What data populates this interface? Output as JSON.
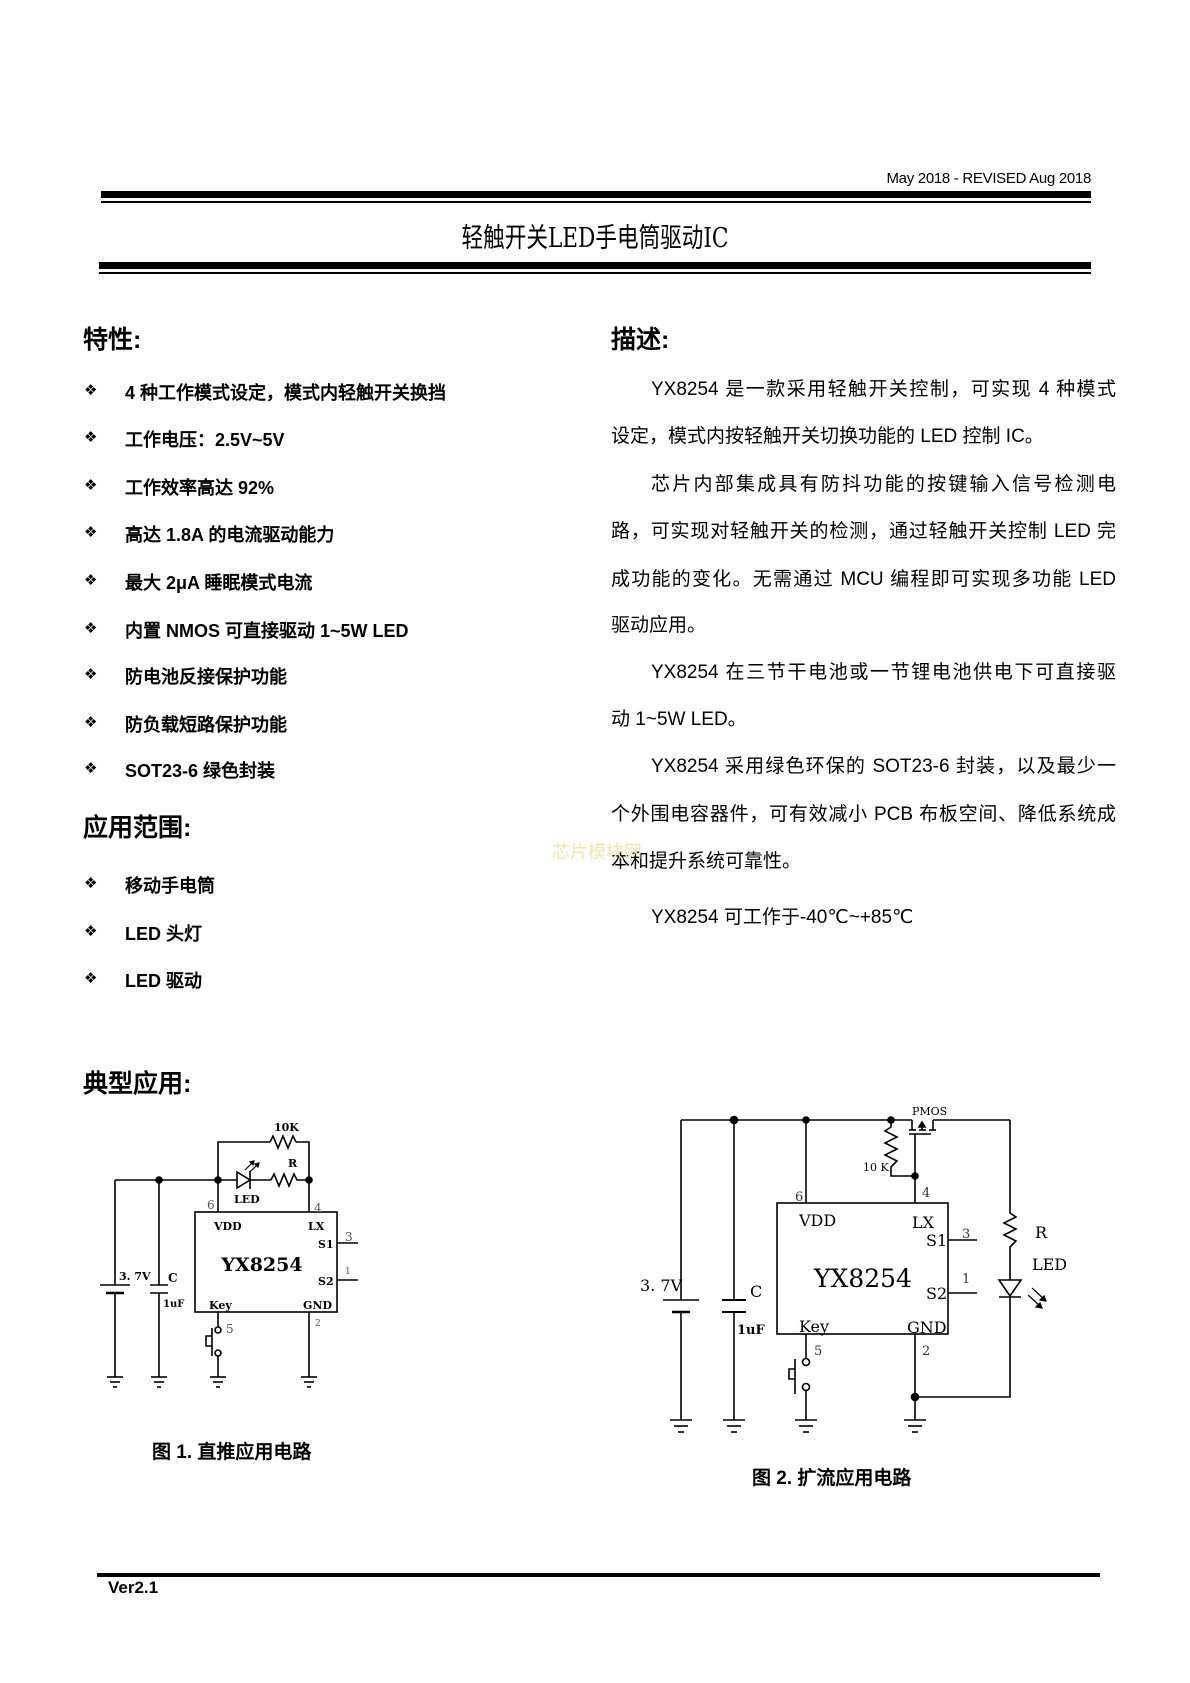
{
  "header": {
    "date": "May 2018 - REVISED Aug 2018",
    "title": "轻触开关LED手电筒驱动IC"
  },
  "features": {
    "heading": "特性:",
    "bullet": "❖",
    "items": [
      "4 种工作模式设定，模式内轻触开关换挡",
      "工作电压：2.5V~5V",
      "工作效率高达 92%",
      "高达 1.8A 的电流驱动能力",
      "最大 2μA 睡眠模式电流",
      "内置 NMOS 可直接驱动 1~5W LED",
      "防电池反接保护功能",
      "防负载短路保护功能",
      "SOT23-6 绿色封装"
    ]
  },
  "applications": {
    "heading": "应用范围:",
    "items": [
      "移动手电筒",
      "LED 头灯",
      "LED 驱动"
    ]
  },
  "description": {
    "heading": "描述:",
    "lines": [
      "YX8254 是一款采用轻触开关控制，可实现 4 种模式",
      "设定，模式内按轻触开关切换功能的 LED 控制 IC。",
      "芯片内部集成具有防抖功能的按键输入信号检测电",
      "路，可实现对轻触开关的检测，通过轻触开关控制 LED 完",
      "成功能的变化。无需通过 MCU 编程即可实现多功能 LED",
      "驱动应用。",
      "YX8254 在三节干电池或一节锂电池供电下可直接驱",
      "动 1~5W LED。",
      "YX8254 采用绿色环保的 SOT23-6 封装，以及最少一",
      "个外围电容器件，可有效减小 PCB 布板空间、降低系统成",
      "本和提升系统可靠性。",
      "YX8254 可工作于-40℃~+85℃"
    ]
  },
  "watermark": "芯片模块网",
  "typical": {
    "heading": "典型应用:",
    "fig1": {
      "caption": "图 1.  直推应用电路",
      "chip": "YX8254",
      "vdd": "VDD",
      "lx": "LX",
      "s1": "S1",
      "s2": "S2",
      "key": "Key",
      "gnd": "GND",
      "p6": "6",
      "p4": "4",
      "p3": "3",
      "p1": "1",
      "p5": "5",
      "p2": "2",
      "r1": "10K",
      "r": "R",
      "led": "LED",
      "bat": "3. 7V",
      "cap": "C",
      "capval": "1uF"
    },
    "fig2": {
      "caption": "图 2.  扩流应用电路",
      "chip": "YX8254",
      "vdd": "VDD",
      "lx": "LX",
      "s1": "S1",
      "s2": "S2",
      "key": "Key",
      "gnd": "GND",
      "p6": "6",
      "p4": "4",
      "p3": "3",
      "p1": "1",
      "p5": "5",
      "p2": "2",
      "pmos": "PMOS",
      "r1": "10 K",
      "r": "R",
      "led": "LED",
      "bat": "3. 7V",
      "cap": "C",
      "capval": "1uF"
    }
  },
  "footer": {
    "version": "Ver2.1"
  }
}
